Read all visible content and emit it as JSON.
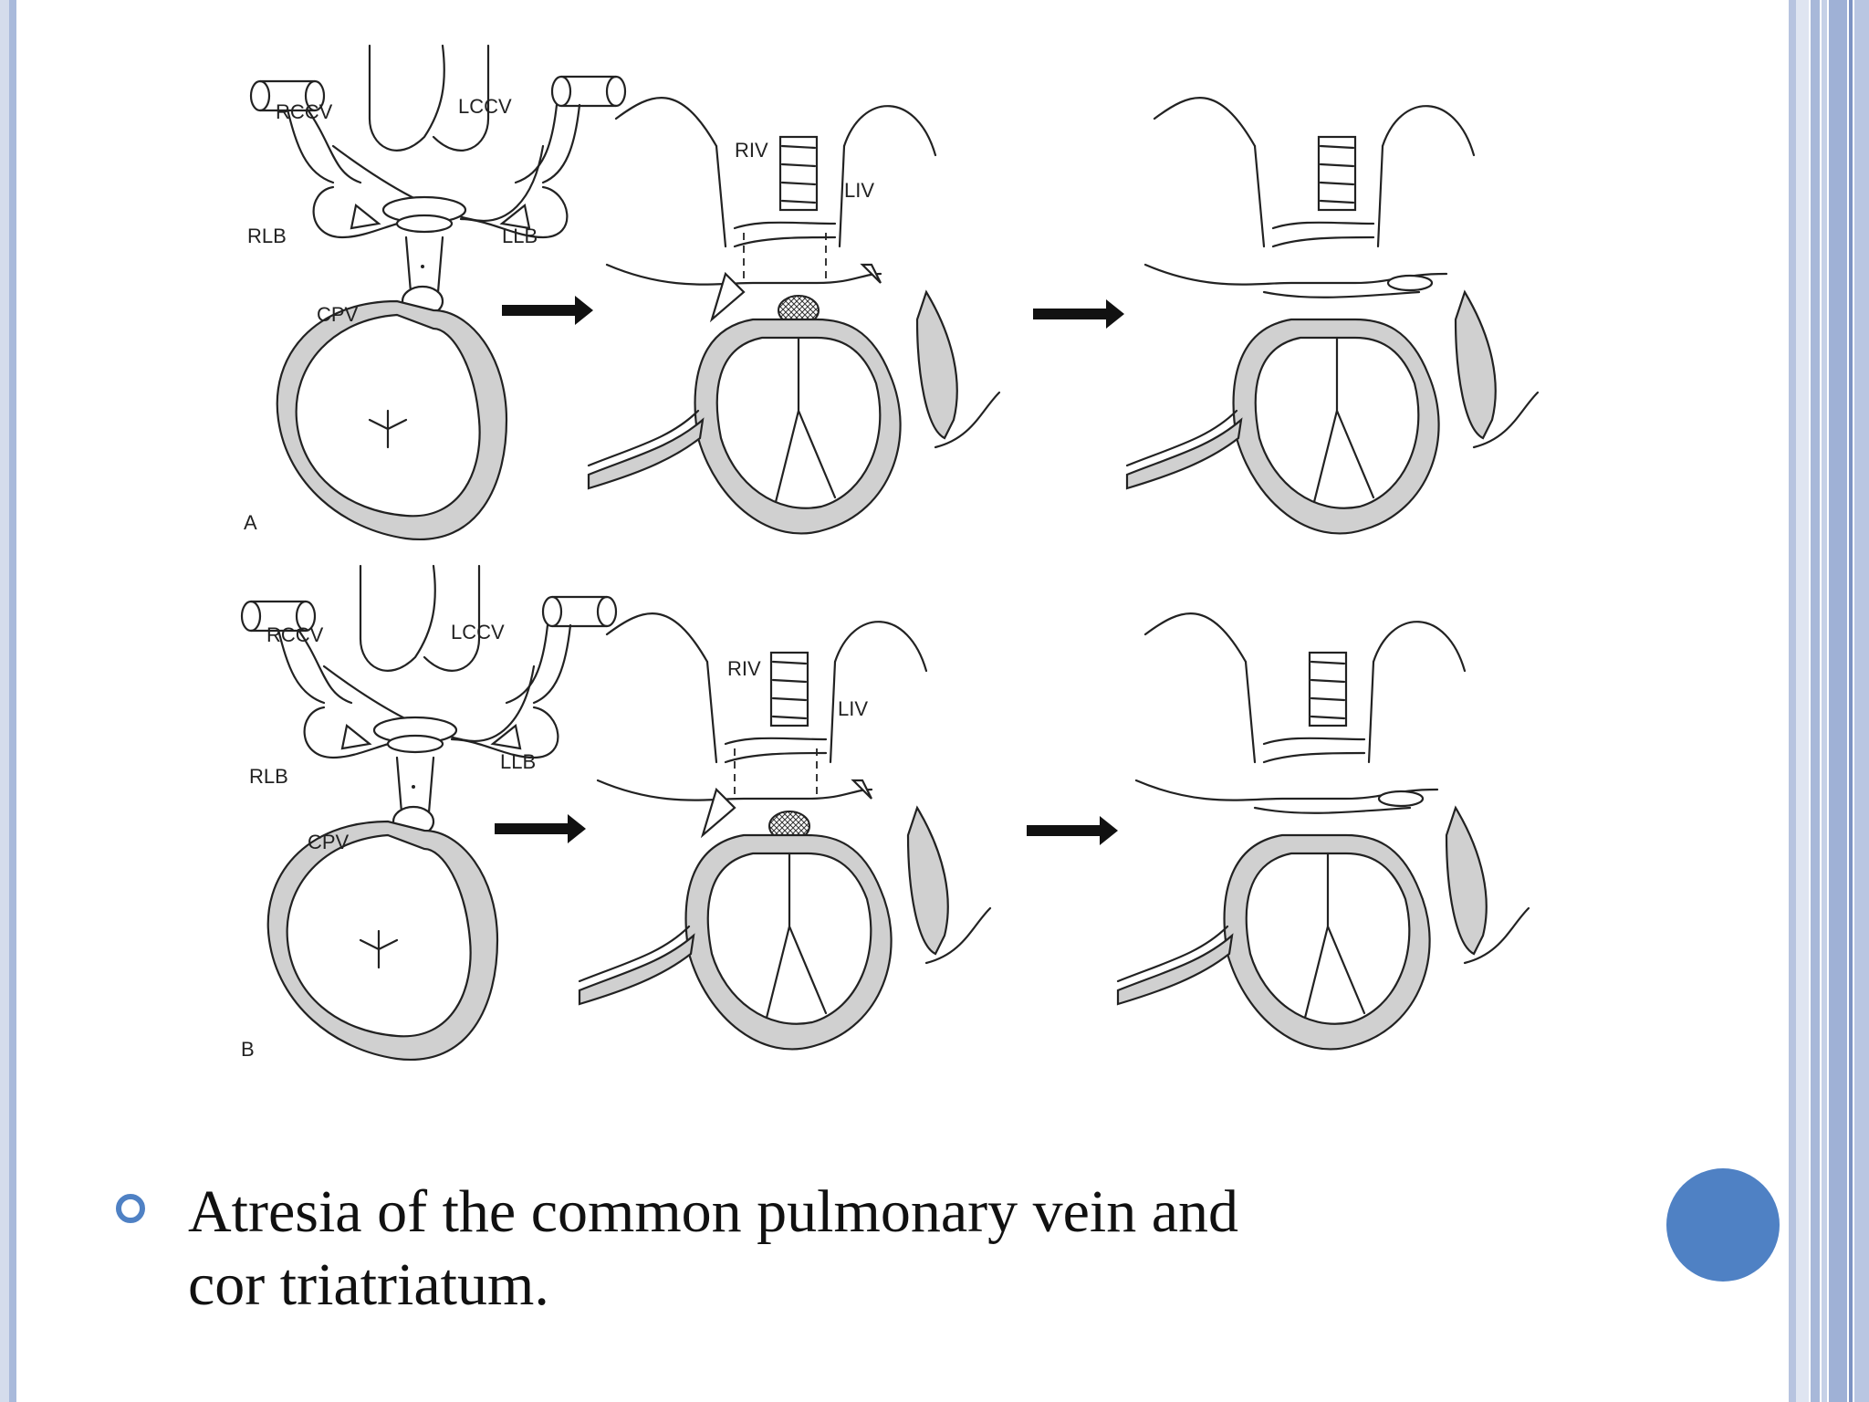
{
  "figure": {
    "panel_a": {
      "letter": "A",
      "labels": {
        "rccv": "RCCV",
        "lccv": "LCCV",
        "rlb": "RLB",
        "llb": "LLB",
        "cpv": "CPV",
        "riv": "RIV",
        "liv": "LIV"
      }
    },
    "panel_b": {
      "letter": "B",
      "labels": {
        "rccv": "RCCV",
        "lccv": "LCCV",
        "rlb": "RLB",
        "llb": "LLB",
        "cpv": "CPV",
        "riv": "RIV",
        "liv": "LIV"
      }
    }
  },
  "bullet": {
    "line1": "Atresia of the common pulmonary vein and",
    "line2": "cor triatriatum."
  },
  "colors": {
    "accent": "#4f81c4",
    "frame": "#a9badb"
  }
}
